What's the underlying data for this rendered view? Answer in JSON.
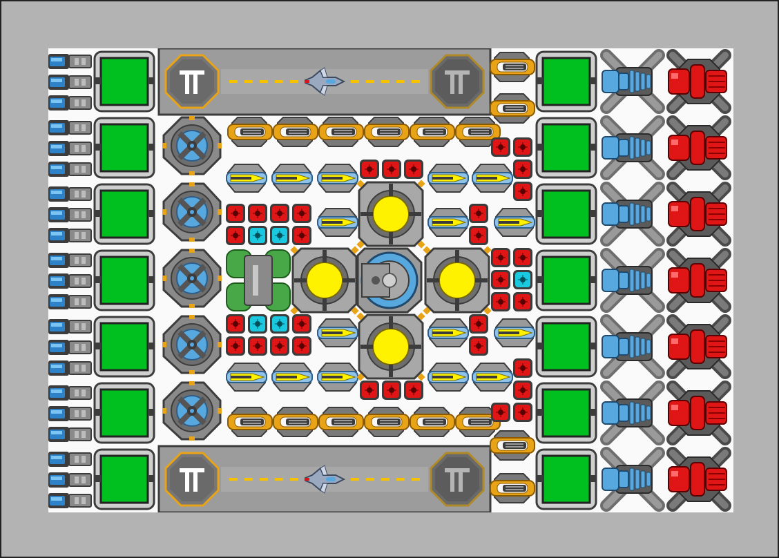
{
  "colors": {
    "background": "#b3b3b3",
    "board": "#fafafa",
    "cargo": "#00c020",
    "reactor": "#fff200",
    "gold": "#e8a317",
    "red": "#e01616",
    "cyan": "#1ac8e0",
    "blue": "#58a8e0",
    "green_tank": "#48a848",
    "gray": "#8a8a8a",
    "dark": "#3c3c3c"
  },
  "hangars": [
    {
      "pad_icon": "landing-pad-icon",
      "ship": "fighter-ship-icon"
    },
    {
      "pad_icon": "landing-pad-icon",
      "ship": "fighter-ship-icon"
    }
  ],
  "modules": {
    "cargo_left_count": 7,
    "cargo_right_count": 7,
    "engine_count": 7,
    "thruster_count": 7,
    "shield_generator_count": 5,
    "reactor_count": 4
  }
}
